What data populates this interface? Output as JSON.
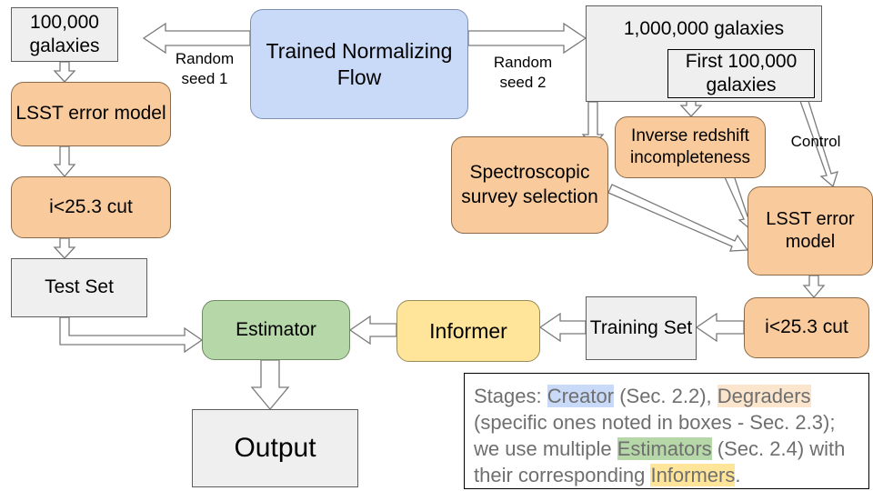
{
  "boxes": {
    "galaxies_100k": "100,000 galaxies",
    "lsst_error_left": "LSST error model",
    "cut_left": "i<25.3 cut",
    "test_set": "Test Set",
    "trained_flow": "Trained Normalizing Flow",
    "galaxies_1m": "1,000,000 galaxies",
    "first_100k": "First 100,000 galaxies",
    "inverse_redshift": "Inverse redshift incompleteness",
    "spectroscopic": "Spectroscopic survey selection",
    "lsst_error_right": "LSST error model",
    "cut_right": "i<25.3 cut",
    "training_set": "Training Set",
    "informer": "Informer",
    "estimator": "Estimator",
    "output": "Output"
  },
  "labels": {
    "seed1": "Random seed 1",
    "seed2": "Random seed 2",
    "control": "Control"
  },
  "legend": {
    "p1": "Stages: ",
    "creator": "Creator",
    "p2": " (Sec. 2.2), ",
    "degraders": "Degraders",
    "p3": " (specific ones noted in boxes - Sec. 2.3); we use multiple ",
    "estimators": "Estimators",
    "p4": " (Sec. 2.4) with their corresponding ",
    "informers": "Informers",
    "p5": "."
  },
  "colors": {
    "creator": "#c9daf8",
    "degrader": "#f9cb9c",
    "estimator": "#b6d7a8",
    "informer": "#ffe599",
    "data_box": "#efefef"
  }
}
